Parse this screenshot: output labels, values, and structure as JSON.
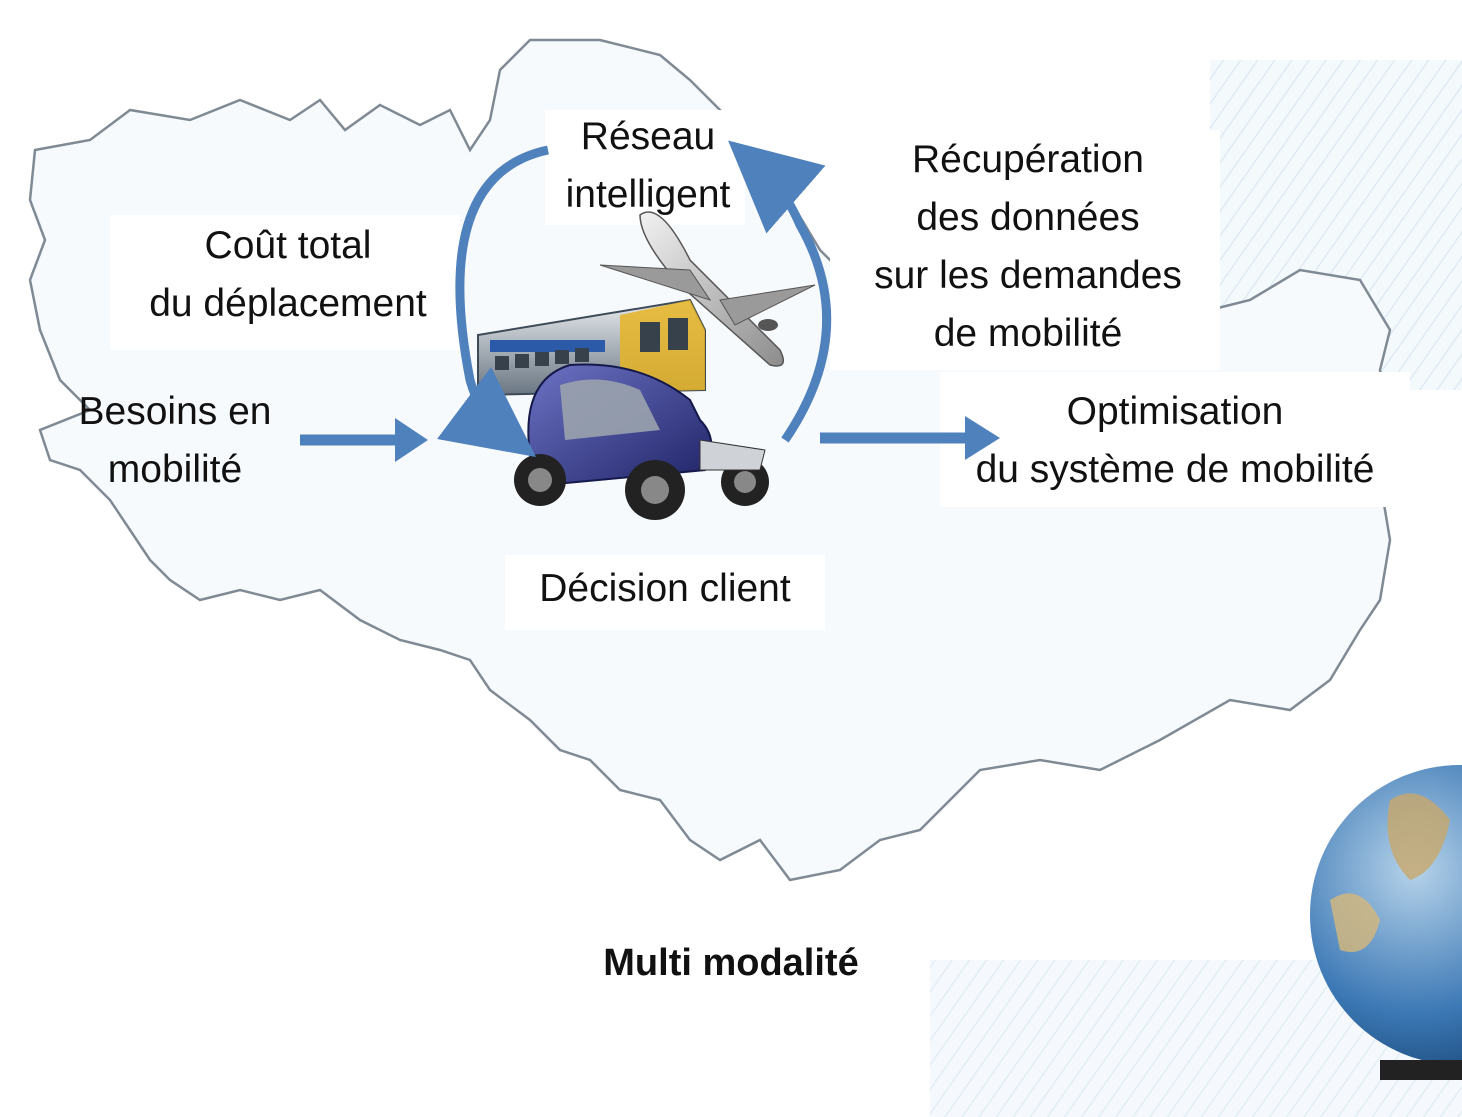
{
  "labels": {
    "reseau_line1": "Réseau",
    "reseau_line2": "intelligent",
    "cout_line1": "Coût total",
    "cout_line2": "du déplacement",
    "recup_line1": "Récupération",
    "recup_line2": "des données",
    "recup_line3": "sur les demandes",
    "recup_line4": "de mobilité",
    "besoins_line1": "Besoins en",
    "besoins_line2": "mobilité",
    "optim_line1": "Optimisation",
    "optim_line2": "du système de mobilité",
    "decision": "Décision client"
  },
  "caption": "Multi modalité",
  "colors": {
    "arrow": "#4f81bd",
    "map_outline": "#7f8a94",
    "map_tint": "#e6f0f7",
    "text": "#111111"
  },
  "icons": {
    "airplane": "airplane-icon",
    "train": "train-icon",
    "car": "electric-car-icon",
    "globe": "globe-icon"
  }
}
